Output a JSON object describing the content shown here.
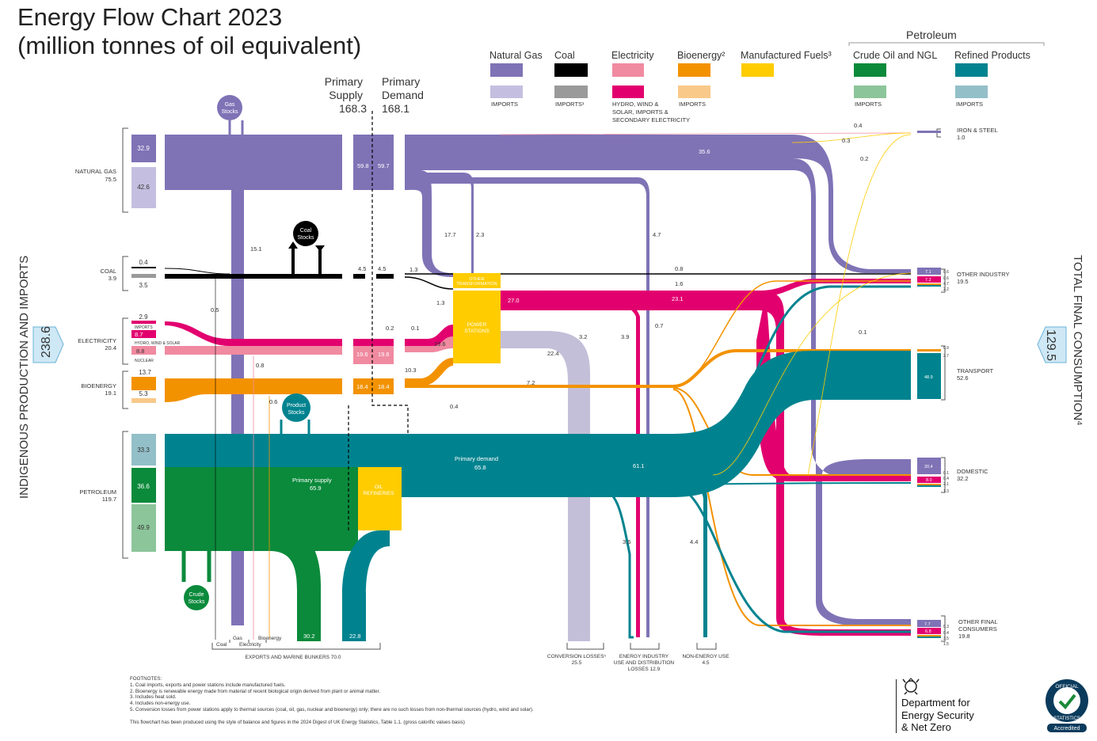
{
  "title_line1": "Energy Flow Chart 2023",
  "title_line2": "(million tonnes of oil equivalent)",
  "legend": {
    "petroleum_header": "Petroleum",
    "items": [
      {
        "label": "Natural Gas",
        "color": "#7f73b6",
        "sub_color": "#c4bfe0",
        "sub_label": "IMPORTS"
      },
      {
        "label": "Coal",
        "color": "#000000",
        "sub_color": "#9a9a9a",
        "sub_label": "IMPORTS¹"
      },
      {
        "label": "Electricity",
        "color": "#f08aa0",
        "sub_color": "#e2006f",
        "sub_label": "HYDRO, WIND & SOLAR, IMPORTS & SECONDARY ELECTRICITY"
      },
      {
        "label": "Bioenergy²",
        "color": "#f39200",
        "sub_color": "#f9c98a",
        "sub_label": "IMPORTS"
      },
      {
        "label": "Manufactured Fuels³",
        "color": "#ffcc00",
        "sub_color": "",
        "sub_label": ""
      },
      {
        "label": "Crude Oil and NGL",
        "color": "#0b8a3b",
        "sub_color": "#8cc59a",
        "sub_label": "IMPORTS"
      },
      {
        "label": "Refined Products",
        "color": "#00838f",
        "sub_color": "#93bfc8",
        "sub_label": "IMPORTS"
      }
    ]
  },
  "primary_supply": {
    "label_line1": "Primary",
    "label_line2": "Supply",
    "value": "168.3"
  },
  "primary_demand": {
    "label_line1": "Primary",
    "label_line2": "Demand",
    "value": "168.1"
  },
  "left_axis_label": "INDIGENOUS PRODUCTION AND IMPORTS",
  "left_total": "238.6",
  "right_axis_label": "TOTAL FINAL CONSUMPTION⁴",
  "right_total": "129.5",
  "sources": {
    "natural_gas": {
      "label": "NATURAL GAS",
      "value": "75.5",
      "production": "32.9",
      "imports": "42.6"
    },
    "coal": {
      "label": "COAL",
      "value": "3.9",
      "production": "0.4",
      "imports": "3.5"
    },
    "electricity": {
      "label": "ELECTRICITY",
      "value": "20.4",
      "imports": "2.9",
      "imports_tag": "IMPORTS",
      "renewables": "8.7",
      "renewables_tag": "HYDRO, WIND & SOLAR",
      "nuclear": "8.8",
      "nuclear_tag": "NUCLEAR"
    },
    "bioenergy": {
      "label": "BIOENERGY",
      "value": "19.1",
      "production": "13.7",
      "imports": "5.3"
    },
    "petroleum": {
      "label": "PETROLEUM",
      "value": "119.7",
      "refined_imports": "33.3",
      "crude_production": "36.6",
      "crude_imports": "49.9"
    }
  },
  "flow_values": {
    "gas_supply": "59.8",
    "gas_demand": "59.7",
    "gas_to_exports": "15.1",
    "gas_to_ironsteel": "35.6",
    "gas_to_other_transf": "17.7",
    "gas_to_power_small": "2.3",
    "gas_to_energy_industry": "4.7",
    "coal_supply": "4.5",
    "coal_demand": "4.5",
    "coal_to_transf": "1.3",
    "coal_to_power": "1.3",
    "coal_to_industry": "0.8",
    "coal_to_other": "1.6",
    "elec_supply": "19.6",
    "elec_demand": "19.6",
    "elec_side1": "0.2",
    "elec_side2": "0.1",
    "elec_from_power": "19.6",
    "power_out": "27.0",
    "elec_final": "23.1",
    "bio_supply": "18.4",
    "bio_demand": "18.4",
    "bio_to_power": "10.3",
    "bio_final": "7.2",
    "bio_other": "0.4",
    "bio_exports": "0.6",
    "gas_exports_small": "0.5",
    "elec_exports": "0.8",
    "losses_from_power": "22.4",
    "power_to_losses_small": "3.2",
    "power_to_energy_ind": "3.9",
    "energy_ind_small": "0.7",
    "ironsteel_small1": "0.4",
    "ironsteel_small2": "0.3",
    "ironsteel_small3": "0.2",
    "industry_small": "0.1",
    "primary_demand_label": "Primary demand",
    "primary_demand_value": "65.8",
    "primary_supply_label": "Primary supply",
    "primary_supply_value": "65.9",
    "refined_to_final": "61.1",
    "refined_to_energy_ind": "3.6",
    "refined_to_nonenergy": "4.4",
    "crude_exports": "30.2",
    "refined_exports": "22.8"
  },
  "nodes": {
    "gas_stocks": "Gas\nStocks",
    "coal_stocks": "Coal\nStocks",
    "product_stocks": "Product\nStocks",
    "crude_stocks": "Crude\nStocks",
    "other_transformation": "OTHER TRANSFORMATION",
    "power_stations": "POWER STATIONS",
    "oil_refineries": "OIL REFINERIES"
  },
  "sinks": {
    "iron_steel": {
      "label": "IRON & STEEL",
      "value": "1.0"
    },
    "other_industry": {
      "label": "OTHER INDUSTRY",
      "value": "19.5",
      "gas": "7.1",
      "elec": "7.2",
      "b1": "0.6",
      "b2": "0.6",
      "b3": "4.7",
      "b4": "2.2"
    },
    "transport": {
      "label": "TRANSPORT",
      "value": "52.6",
      "main": "48.9",
      "b1": "0.9",
      "b2": "2.7"
    },
    "domestic": {
      "label": "DOMESTIC",
      "value": "32.2",
      "gas": "20.4",
      "elec": "8.0",
      "b1": "0.1",
      "b2": "0.4",
      "b3": "2.1",
      "b4": "1.3"
    },
    "other_final": {
      "label": "OTHER FINAL CONSUMERS",
      "value": "19.8",
      "gas": "7.7",
      "elec": "6.8",
      "b1": "0.3",
      "b2": "0.4",
      "b3": "3.5",
      "b4": "1.5"
    }
  },
  "bottom": {
    "exports_label": "EXPORTS AND MARINE BUNKERS 70.0",
    "coal": "Coal",
    "gas": "Gas",
    "electricity": "Electricity",
    "bioenergy": "Bioenergy",
    "conversion_losses": "CONVERSION LOSSES⁵",
    "conversion_losses_value": "25.5",
    "energy_industry": "ENERGY INDUSTRY\nUSE AND DISTRIBUTION\nLOSSES 12.9",
    "non_energy": "NON-ENERGY USE",
    "non_energy_value": "4.5"
  },
  "footnotes": [
    "FOOTNOTES:",
    "1. Coal imports, exports and power stations include manufactured fuels.",
    "2. Bioenergy is renewable energy made from material of recent biological origin derived from plant or animal matter.",
    "3. Includes heat sold.",
    "4. Includes non-energy use.",
    "5. Conversion losses from power stations apply to thermal sources (coal, oil, gas, nuclear and bioenergy) only; there are no such losses from non-thermal sources (hydro, wind and solar).",
    "",
    "This flowchart has been produced using the style of balance and figures in the 2024 Digest of UK Energy Statistics, Table 1.1. (gross calorific values basis)"
  ],
  "department": [
    "Department for",
    "Energy Security",
    "& Net Zero"
  ],
  "badge": {
    "top": "OFFICIAL",
    "middle": "STATISTICS",
    "bottom": "Accredited"
  }
}
